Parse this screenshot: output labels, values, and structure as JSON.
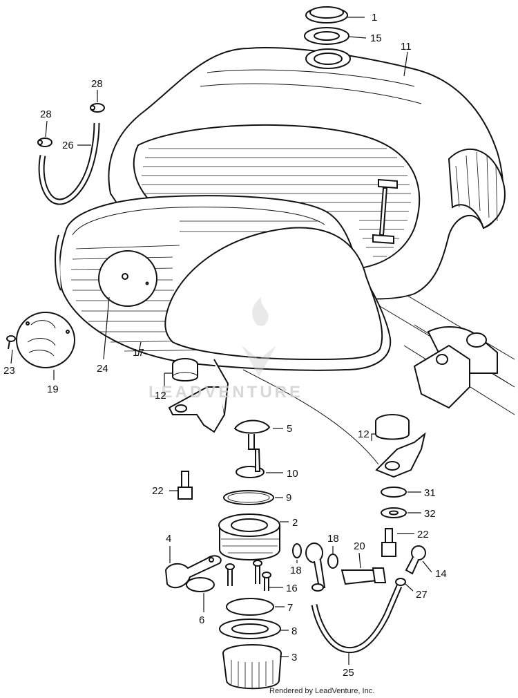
{
  "callouts": {
    "c1": "1",
    "c15": "15",
    "c11": "11",
    "c28a": "28",
    "c28b": "28",
    "c26": "26",
    "c23": "23",
    "c19": "19",
    "c24": "24",
    "c17": "17",
    "c12a": "12",
    "c12b": "12",
    "c5": "5",
    "c10": "10",
    "c22a": "22",
    "c9": "9",
    "c2": "2",
    "c4": "4",
    "c18a": "18",
    "c18b": "18",
    "c20": "20",
    "c31": "31",
    "c32": "32",
    "c22b": "22",
    "c14": "14",
    "c16": "16",
    "c6": "6",
    "c7": "7",
    "c8": "8",
    "c27": "27",
    "c3": "3",
    "c25": "25"
  },
  "watermark": "LEADVENTURE",
  "credit": "Rendered by LeadVenture, Inc.",
  "colors": {
    "ink": "#111111",
    "paper": "#ffffff",
    "watermark": "#cfcfcf"
  }
}
